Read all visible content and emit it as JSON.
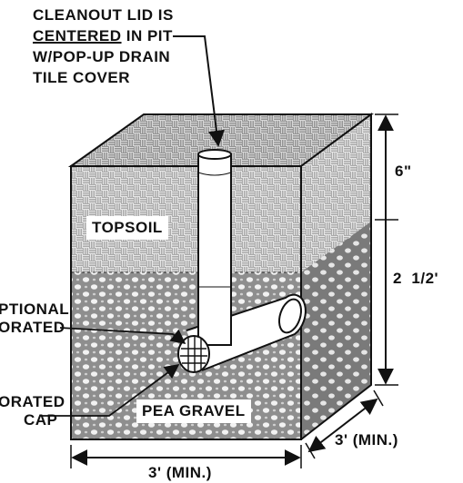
{
  "callout": {
    "line1": "CLEANOUT LID IS",
    "line2_underlined": "CENTERED",
    "line2_rest": "IN PIT",
    "line3": "W/POP-UP DRAIN",
    "line4": "TILE COVER"
  },
  "labels": {
    "topsoil": "TOPSOIL",
    "pea_gravel": "PEA GRAVEL",
    "optional_line1": "PTIONAL",
    "optional_line2": "ORATED",
    "perforated_line1": "ORATED",
    "perforated_line2": "CAP"
  },
  "dimensions": {
    "topsoil_depth": "6\"",
    "gravel_depth": "2  1/2'",
    "width": "3' (MIN.)",
    "depth": "3' (MIN.)"
  },
  "colors": {
    "ink": "#111111",
    "topsoil_fill": "#9a9a9a",
    "gravel_fill": "#8e8e8e",
    "pebble": "#f2f2f2",
    "pipe_fill": "#ffffff"
  }
}
